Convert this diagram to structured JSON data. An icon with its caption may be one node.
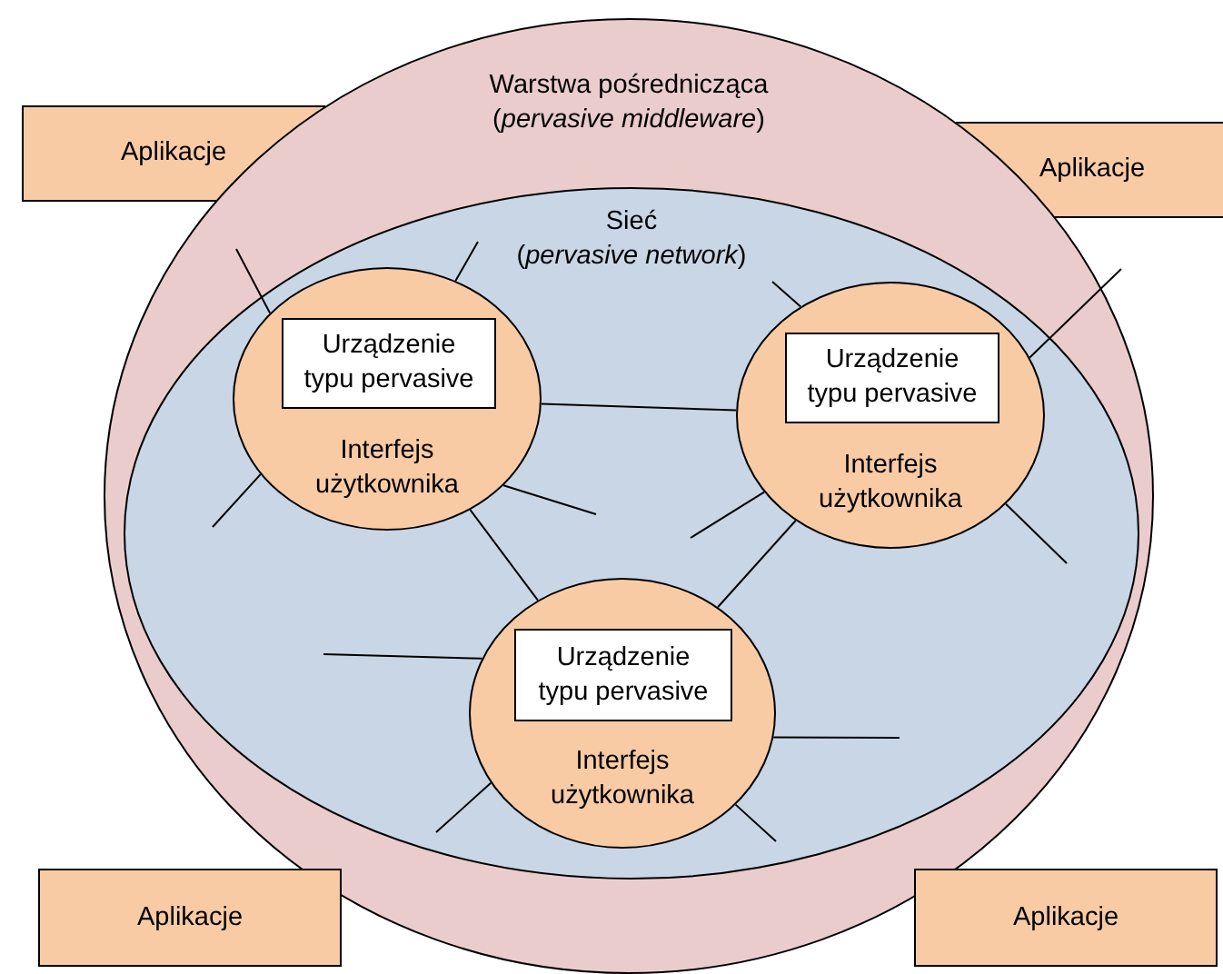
{
  "diagram": {
    "nodes": [
      {
        "text": [
          "Aplikacje"
        ]
      },
      {
        "text": [
          "Aplikacje"
        ]
      },
      {
        "text": [
          "Warstwa pośrednicząca",
          "(*pervasive middleware*)"
        ]
      },
      {
        "text": [
          "Sieć",
          "(*pervasive network*)"
        ],
        "in": 2
      },
      {
        "text": [
          "Interfejs użytkownika"
        ],
        "in": 3
      },
      {
        "text": [
          "Urządzenie typu pervasive"
        ],
        "in": 4
      },
      {
        "text": [
          "Interfejs użytkownika"
        ],
        "in": 3
      },
      {
        "text": [
          "Urządzenie typu pervasive"
        ],
        "in": 6
      },
      {
        "text": [
          "Interfejs użytkownika"
        ],
        "in": 3
      },
      {
        "text": [
          "Urządzenie typu pervasive"
        ],
        "in": 8
      },
      {
        "text": [
          "Aplikacje"
        ]
      },
      {
        "text": [
          "Aplikacje"
        ]
      }
    ],
    "edges": [
      {
        "from": 4,
        "to": 6,
        "arrow": "none"
      },
      {
        "from": 4,
        "to": 8,
        "arrow": "none"
      },
      {
        "from": 6,
        "to": 8,
        "arrow": "none"
      },
      {
        "from": 4,
        "to": null,
        "arrow": "none"
      },
      {
        "from": 4,
        "to": null,
        "arrow": "none"
      },
      {
        "from": 4,
        "to": null,
        "arrow": "none"
      },
      {
        "from": 4,
        "to": null,
        "arrow": "none"
      },
      {
        "from": 6,
        "to": null,
        "arrow": "none"
      },
      {
        "from": 6,
        "to": null,
        "arrow": "none"
      },
      {
        "from": 6,
        "to": null,
        "arrow": "none"
      },
      {
        "from": 6,
        "to": null,
        "arrow": "none"
      },
      {
        "from": 8,
        "to": null,
        "arrow": "none"
      },
      {
        "from": 8,
        "to": null,
        "arrow": "none"
      },
      {
        "from": 8,
        "to": null,
        "arrow": "none"
      },
      {
        "from": 8,
        "to": null,
        "arrow": "none"
      }
    ]
  }
}
